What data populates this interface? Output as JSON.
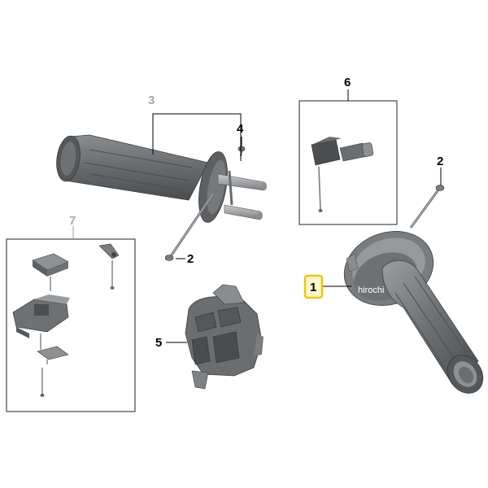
{
  "callouts": {
    "c1": "1",
    "c2_left": "2",
    "c2_right": "2",
    "c3": "3",
    "c4": "4",
    "c5": "5",
    "c6": "6",
    "c7": "7"
  },
  "watermark": "hirochi",
  "colors": {
    "part_dark": "#5d6062",
    "part_mid": "#7a7d80",
    "part_light": "#a3a6a8",
    "highlight": "#f5c400"
  }
}
